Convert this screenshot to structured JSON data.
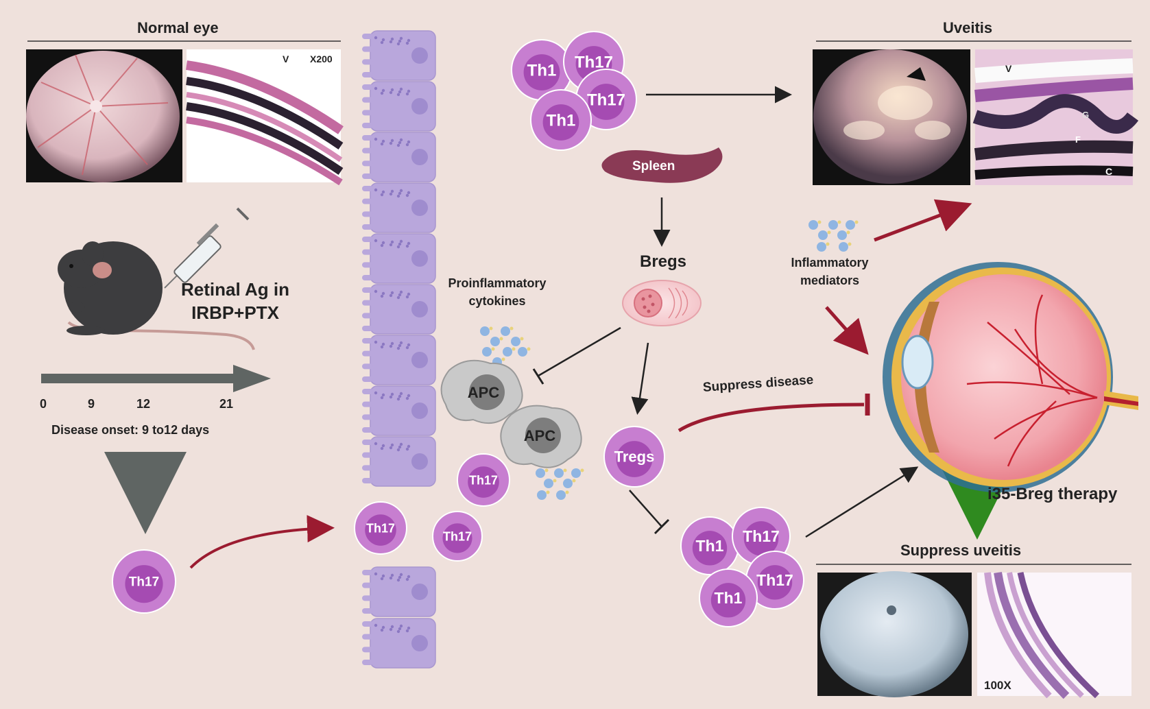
{
  "sections": {
    "normal_eye": "Normal eye",
    "uveitis": "Uveitis",
    "suppress_uveitis": "Suppress uveitis"
  },
  "micro_labels": {
    "normal_v": "V",
    "normal_mag": "X200",
    "uveitis_v": "V",
    "uveitis_g": "G",
    "uveitis_f": "F",
    "uveitis_c": "C",
    "suppress_mag": "100X"
  },
  "immunization": {
    "line1": "Retinal Ag in",
    "line2": "IRBP+PTX"
  },
  "timeline": {
    "ticks": [
      "0",
      "9",
      "12",
      "21"
    ],
    "onset": "Disease onset: 9 to12 days"
  },
  "cells": {
    "th1": "Th1",
    "th17": "Th17",
    "apc": "APC",
    "tregs": "Tregs"
  },
  "organs": {
    "spleen": "Spleen"
  },
  "labels": {
    "bregs": "Bregs",
    "proinflammatory_1": "Proinflammatory",
    "proinflammatory_2": "cytokines",
    "inflammatory_1": "Inflammatory",
    "inflammatory_2": "mediators",
    "suppress_disease": "Suppress disease",
    "therapy": "i35-Breg therapy"
  },
  "colors": {
    "background": "#efe1dc",
    "cell_outer": "#c77ed0",
    "cell_inner": "#a54bb2",
    "arrow_red": "#9b1b30",
    "arrow_green": "#2f8a1f",
    "arrow_gray": "#5f6563",
    "epithelium": "#b9a7dc",
    "cytokine_blue": "#8fb5e2"
  }
}
